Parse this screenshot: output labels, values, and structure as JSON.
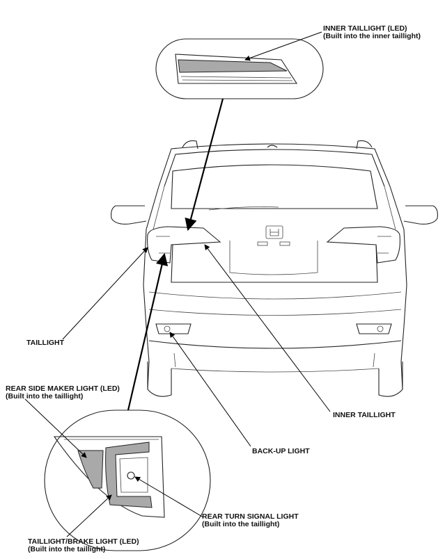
{
  "labels": {
    "inner_taillight_led": "INNER TAILLIGHT (LED)",
    "inner_taillight_led_sub": "(Built into the inner taillight)",
    "taillight": "TAILLIGHT",
    "inner_taillight": "INNER TAILLIGHT",
    "rear_side_marker": "REAR SIDE MAKER LIGHT (LED)",
    "rear_side_marker_sub": "(Built into the taillight)",
    "back_up_light": "BACK-UP LIGHT",
    "rear_turn_signal": "REAR TURN SIGNAL LIGHT",
    "rear_turn_signal_sub": "(Built into the taillight)",
    "taillight_brake": "TAILLIGHT/BRAKE LIGHT (LED)",
    "taillight_brake_sub": "(Built into the taillight)"
  },
  "colors": {
    "line": "#222222",
    "highlight_gray": "#a9a9a9",
    "background": "#ffffff"
  }
}
